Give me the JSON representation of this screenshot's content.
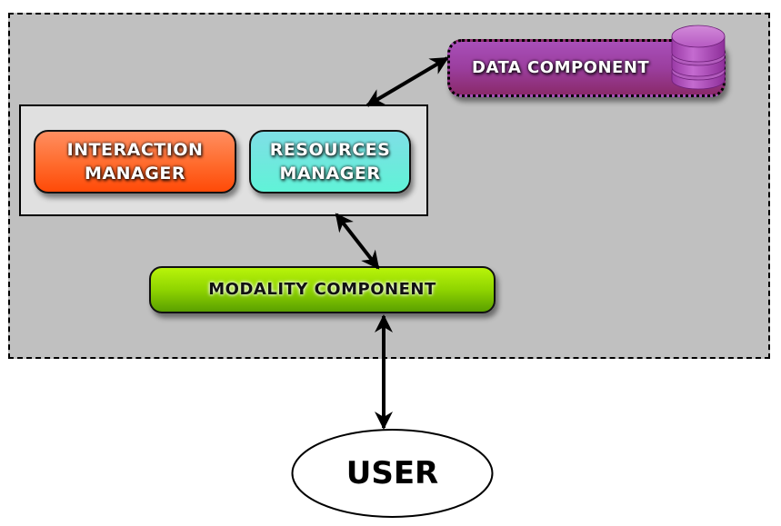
{
  "diagram": {
    "type": "architecture",
    "boundary": {
      "label": ""
    },
    "components": {
      "data": {
        "label": "DATA COMPONENT",
        "icon": "database-icon",
        "color": "#9b3e9e"
      },
      "interaction_manager": {
        "line1": "INTERACTION",
        "line2": "MANAGER",
        "color": "#ff6a2c"
      },
      "resources_manager": {
        "line1": "RESOURCES",
        "line2": "MANAGER",
        "color": "#6ceadc"
      },
      "modality": {
        "label": "MODALITY COMPONENT",
        "color": "#8fd400"
      },
      "user": {
        "label": "USER"
      }
    },
    "connections": [
      {
        "from": "manager-group",
        "to": "data-component",
        "type": "bidirectional"
      },
      {
        "from": "manager-group",
        "to": "modality-component",
        "type": "bidirectional"
      },
      {
        "from": "modality-component",
        "to": "user",
        "type": "bidirectional"
      }
    ]
  }
}
